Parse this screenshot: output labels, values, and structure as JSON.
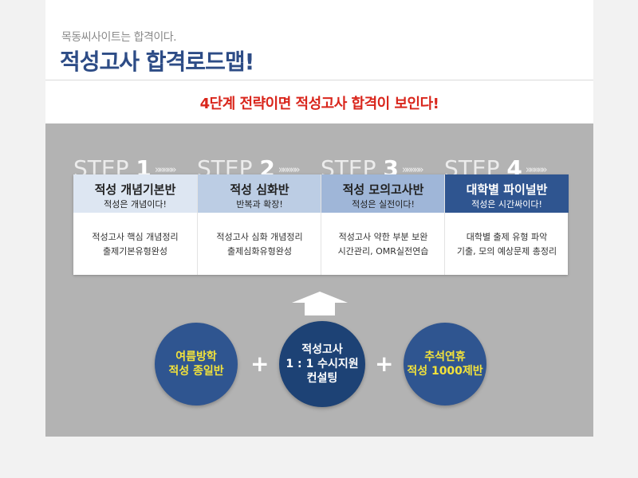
{
  "header": {
    "kicker": "목동씨사이트는 합격이다.",
    "title": "적성고사 합격로드맵!"
  },
  "headline": "4단계 전략이면 적성고사 합격이 보인다!",
  "steps": [
    {
      "word": "STEP",
      "num": "1",
      "chevrons": "»»»»»",
      "title": "적성 개념기본반",
      "subtitle": "적성은 개념이다!",
      "body1": "적성고사 핵심 개념정리",
      "body2": "출제기본유형완성",
      "head_bg": "#dde6f2",
      "head_color": "#222222"
    },
    {
      "word": "STEP",
      "num": "2",
      "chevrons": "»»»»»",
      "title": "적성 심화반",
      "subtitle": "반복과 확장!",
      "body1": "적성고사 심화 개념정리",
      "body2": "출제심화유형완성",
      "head_bg": "#bccde4",
      "head_color": "#222222"
    },
    {
      "word": "STEP",
      "num": "3",
      "chevrons": "»»»»»",
      "title": "적성 모의고사반",
      "subtitle": "적성은 실전이다!",
      "body1": "적성고사 약한 부분 보완",
      "body2": "시간관리, OMR실전연습",
      "head_bg": "#9fb6d8",
      "head_color": "#222222"
    },
    {
      "word": "STEP",
      "num": "4",
      "chevrons": "»»»»»",
      "title": "대학별 파이널반",
      "subtitle": "적성은 시간싸이다!",
      "body1": "대학별 출제 유형 파악",
      "body2": "기출, 모의 예상문제 총정리",
      "head_bg": "#2f5590",
      "head_color": "#ffffff"
    }
  ],
  "circles": [
    {
      "lines": [
        "여름방학",
        "적성 종일반"
      ]
    },
    {
      "lines": [
        "적성고사",
        "1 : 1 수시지원",
        "컨설팅"
      ]
    },
    {
      "lines": [
        "추석연휴",
        "적성 1000제반"
      ]
    }
  ],
  "plus": "+",
  "colors": {
    "title": "#2d4c86",
    "headline": "#d9261c",
    "gray_band": "#b3b3b3",
    "circle": "#2f5590",
    "circle_text_accent": "#f2e23b"
  }
}
